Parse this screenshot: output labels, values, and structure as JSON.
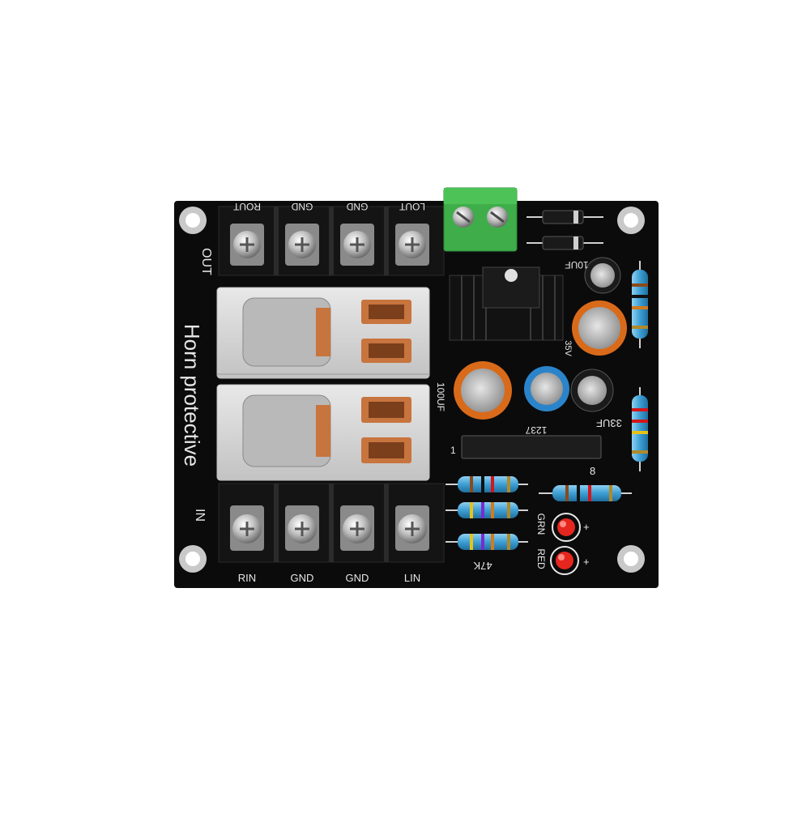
{
  "board": {
    "silkscreen": {
      "title": "Horn protective",
      "out_label": "OUT",
      "in_label": "IN"
    },
    "output_terminals": [
      "ROUT",
      "GND",
      "GND",
      "LOUT"
    ],
    "input_terminals": [
      "RIN",
      "GND",
      "GND",
      "LIN"
    ],
    "capacitor_labels": [
      "100UF",
      "10UF",
      "33UF",
      "35V"
    ],
    "misc_labels": {
      "ic_pin1": "1",
      "ic_pin8": "8",
      "ic_code": "1237",
      "resistor_value": "47K",
      "led_green": "GRN",
      "led_red": "RED",
      "led_plus": "+"
    }
  },
  "colors": {
    "pcb": "#0b0b0c",
    "silkscreen": "#e8e8e8",
    "terminal_green": "#3fae4a",
    "relay_copper": "#c8743e",
    "led_red": "#e5261f",
    "cap_orange": "#d96a1a",
    "cap_blue": "#2b84c9",
    "resistor_blue": "#4aa3d6"
  }
}
